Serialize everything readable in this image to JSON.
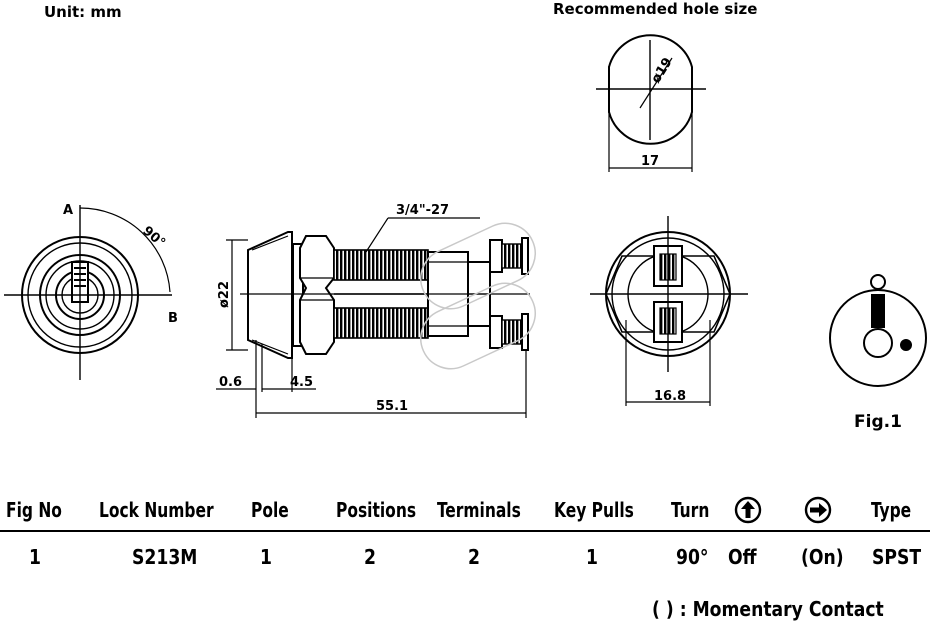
{
  "header": {
    "unit_label": "Unit:  mm",
    "hole_label": "Recommended  hole  size"
  },
  "dimensions": {
    "hole_dia": "ø19",
    "hole_width": "17",
    "angle": "90°",
    "front_a": "A",
    "front_b": "B",
    "thread": "3/4\"-27",
    "body_dia": "ø22",
    "flange": "0.6",
    "nut": "4.5",
    "length": "55.1",
    "rear_width": "16.8",
    "fig_label": "Fig.1"
  },
  "table": {
    "headers": {
      "fig_no": "Fig  No",
      "lock_number": "Lock  Number",
      "pole": "Pole",
      "positions": "Positions",
      "terminals": "Terminals",
      "key_pulls": "Key  Pulls",
      "turn": "Turn",
      "up_icon": "arrow-up-circle-icon",
      "right_icon": "arrow-right-circle-icon",
      "type": "Type"
    },
    "row": {
      "fig_no": "1",
      "lock_number": "S213M",
      "pole": "1",
      "positions": "2",
      "terminals": "2",
      "key_pulls": "1",
      "turn": "90°",
      "up_state": "Off",
      "right_state": "(On)",
      "type": "SPST"
    }
  },
  "note": "(    ) : Momentary  Contact"
}
